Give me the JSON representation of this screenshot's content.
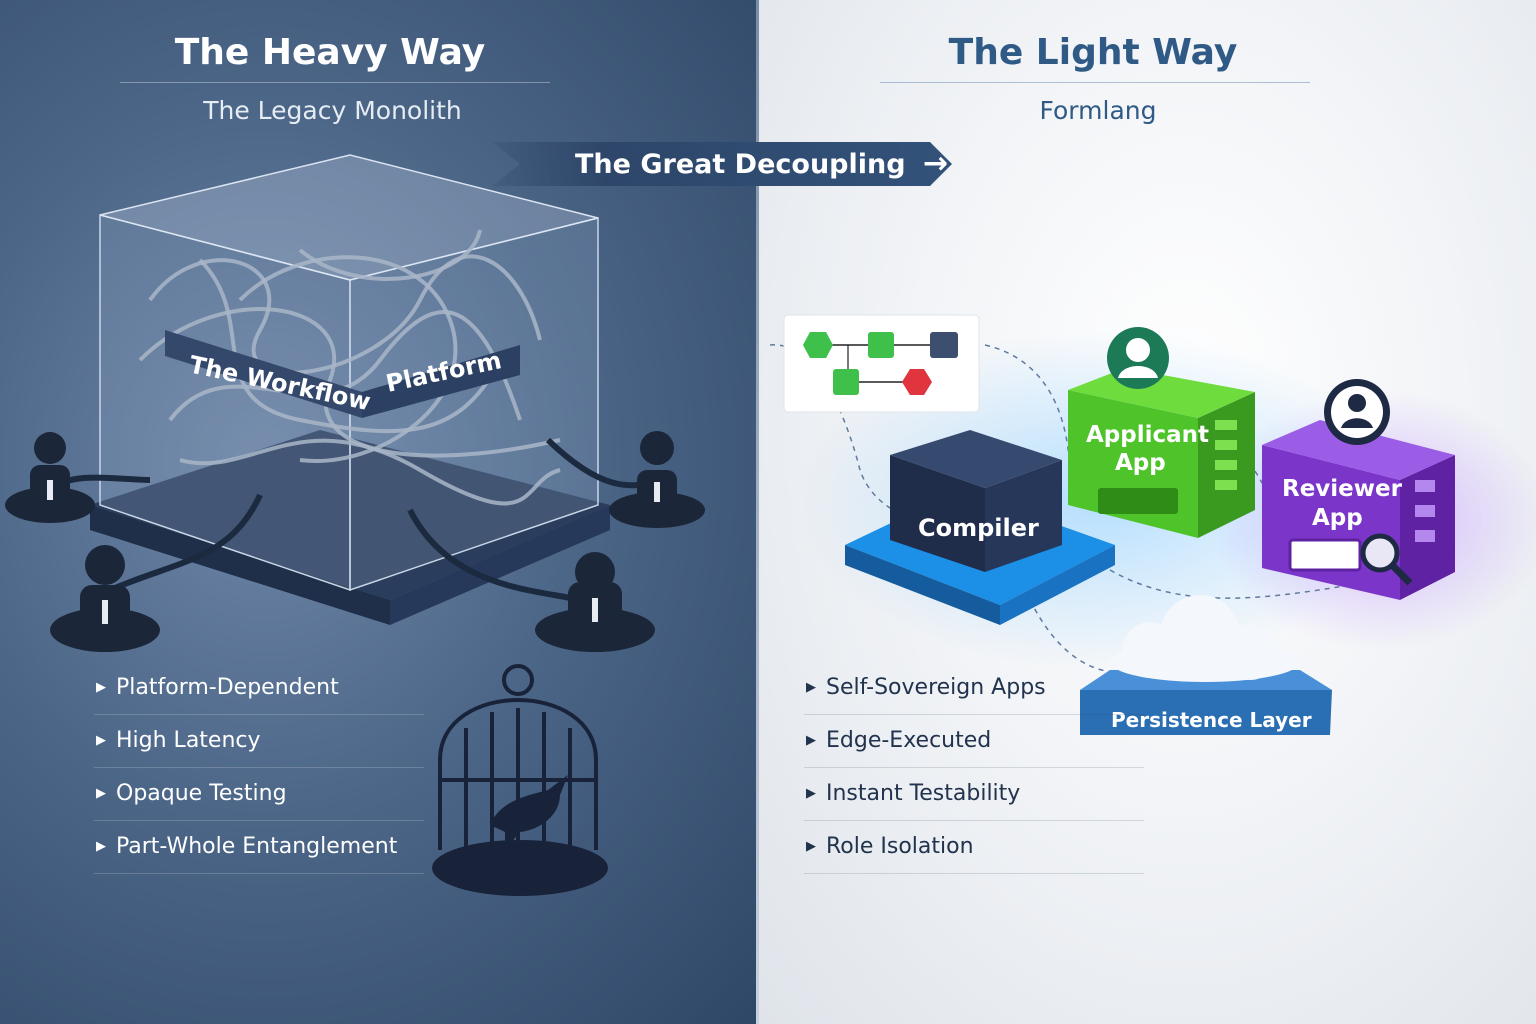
{
  "left": {
    "title": "The Heavy Way",
    "subtitle": "The Legacy Monolith",
    "monolith_label_1": "The Workflow",
    "monolith_label_2": "Platform",
    "bullets": [
      "Platform-Dependent",
      "High Latency",
      "Opaque Testing",
      "Part-Whole Entanglement"
    ]
  },
  "banner": {
    "label": "The Great Decoupling"
  },
  "right": {
    "title": "The Light Way",
    "subtitle": "Formlang",
    "compiler_label": "Compiler",
    "applicant_label_1": "Applicant",
    "applicant_label_2": "App",
    "reviewer_label_1": "Reviewer",
    "reviewer_label_2": "App",
    "persistence_label": "Persistence Layer",
    "bullets": [
      "Self-Sovereign Apps",
      "Edge-Executed",
      "Instant Testability",
      "Role Isolation"
    ]
  },
  "colors": {
    "left_bg": "#4c6688",
    "right_bg": "#f2f4f7",
    "compiler": "#1f2c4a",
    "applicant": "#4ec32a",
    "reviewer": "#7b35c9",
    "persistence": "#2a6fb3",
    "title_right": "#2f5a86"
  },
  "icons": [
    "arrow-right-icon",
    "person-icon",
    "magnifier-icon",
    "cloud-icon",
    "cage-icon",
    "bird-icon",
    "flow-diagram-icon"
  ]
}
